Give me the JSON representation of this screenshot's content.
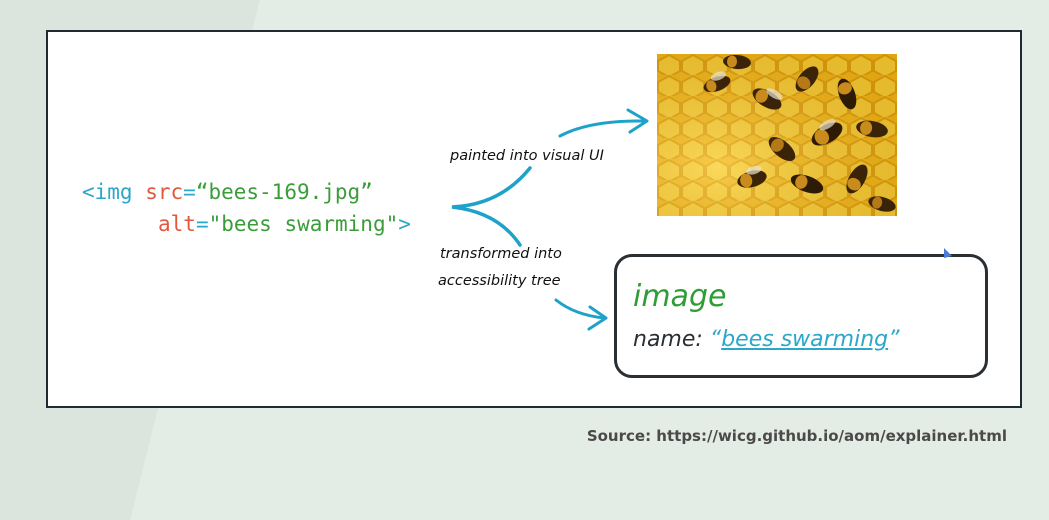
{
  "code": {
    "line1": {
      "tag": "<img ",
      "attr": "src",
      "eq": "=",
      "val": "“bees-169.jpg”"
    },
    "line2": {
      "attr": "alt",
      "eq": "=",
      "val": "\"bees swarming\"",
      "close": ">"
    }
  },
  "labels": {
    "painted": "painted into visual UI",
    "transformed_line1": "transformed into",
    "transformed_line2": "accessibility tree"
  },
  "accessibility_node": {
    "role": "image",
    "name_label": "name: ",
    "open_quote": "“",
    "name": "bees swarming",
    "close_quote": "”"
  },
  "source": "Source: https://wicg.github.io/aom/explainer.html",
  "colors": {
    "tag": "#2aa7c9",
    "attribute": "#e4573d",
    "value": "#3a9d3a",
    "role": "#2e9d35",
    "arrow": "#1fa2c9"
  },
  "icons": {
    "photo": "bees-on-honeycomb-photo"
  }
}
